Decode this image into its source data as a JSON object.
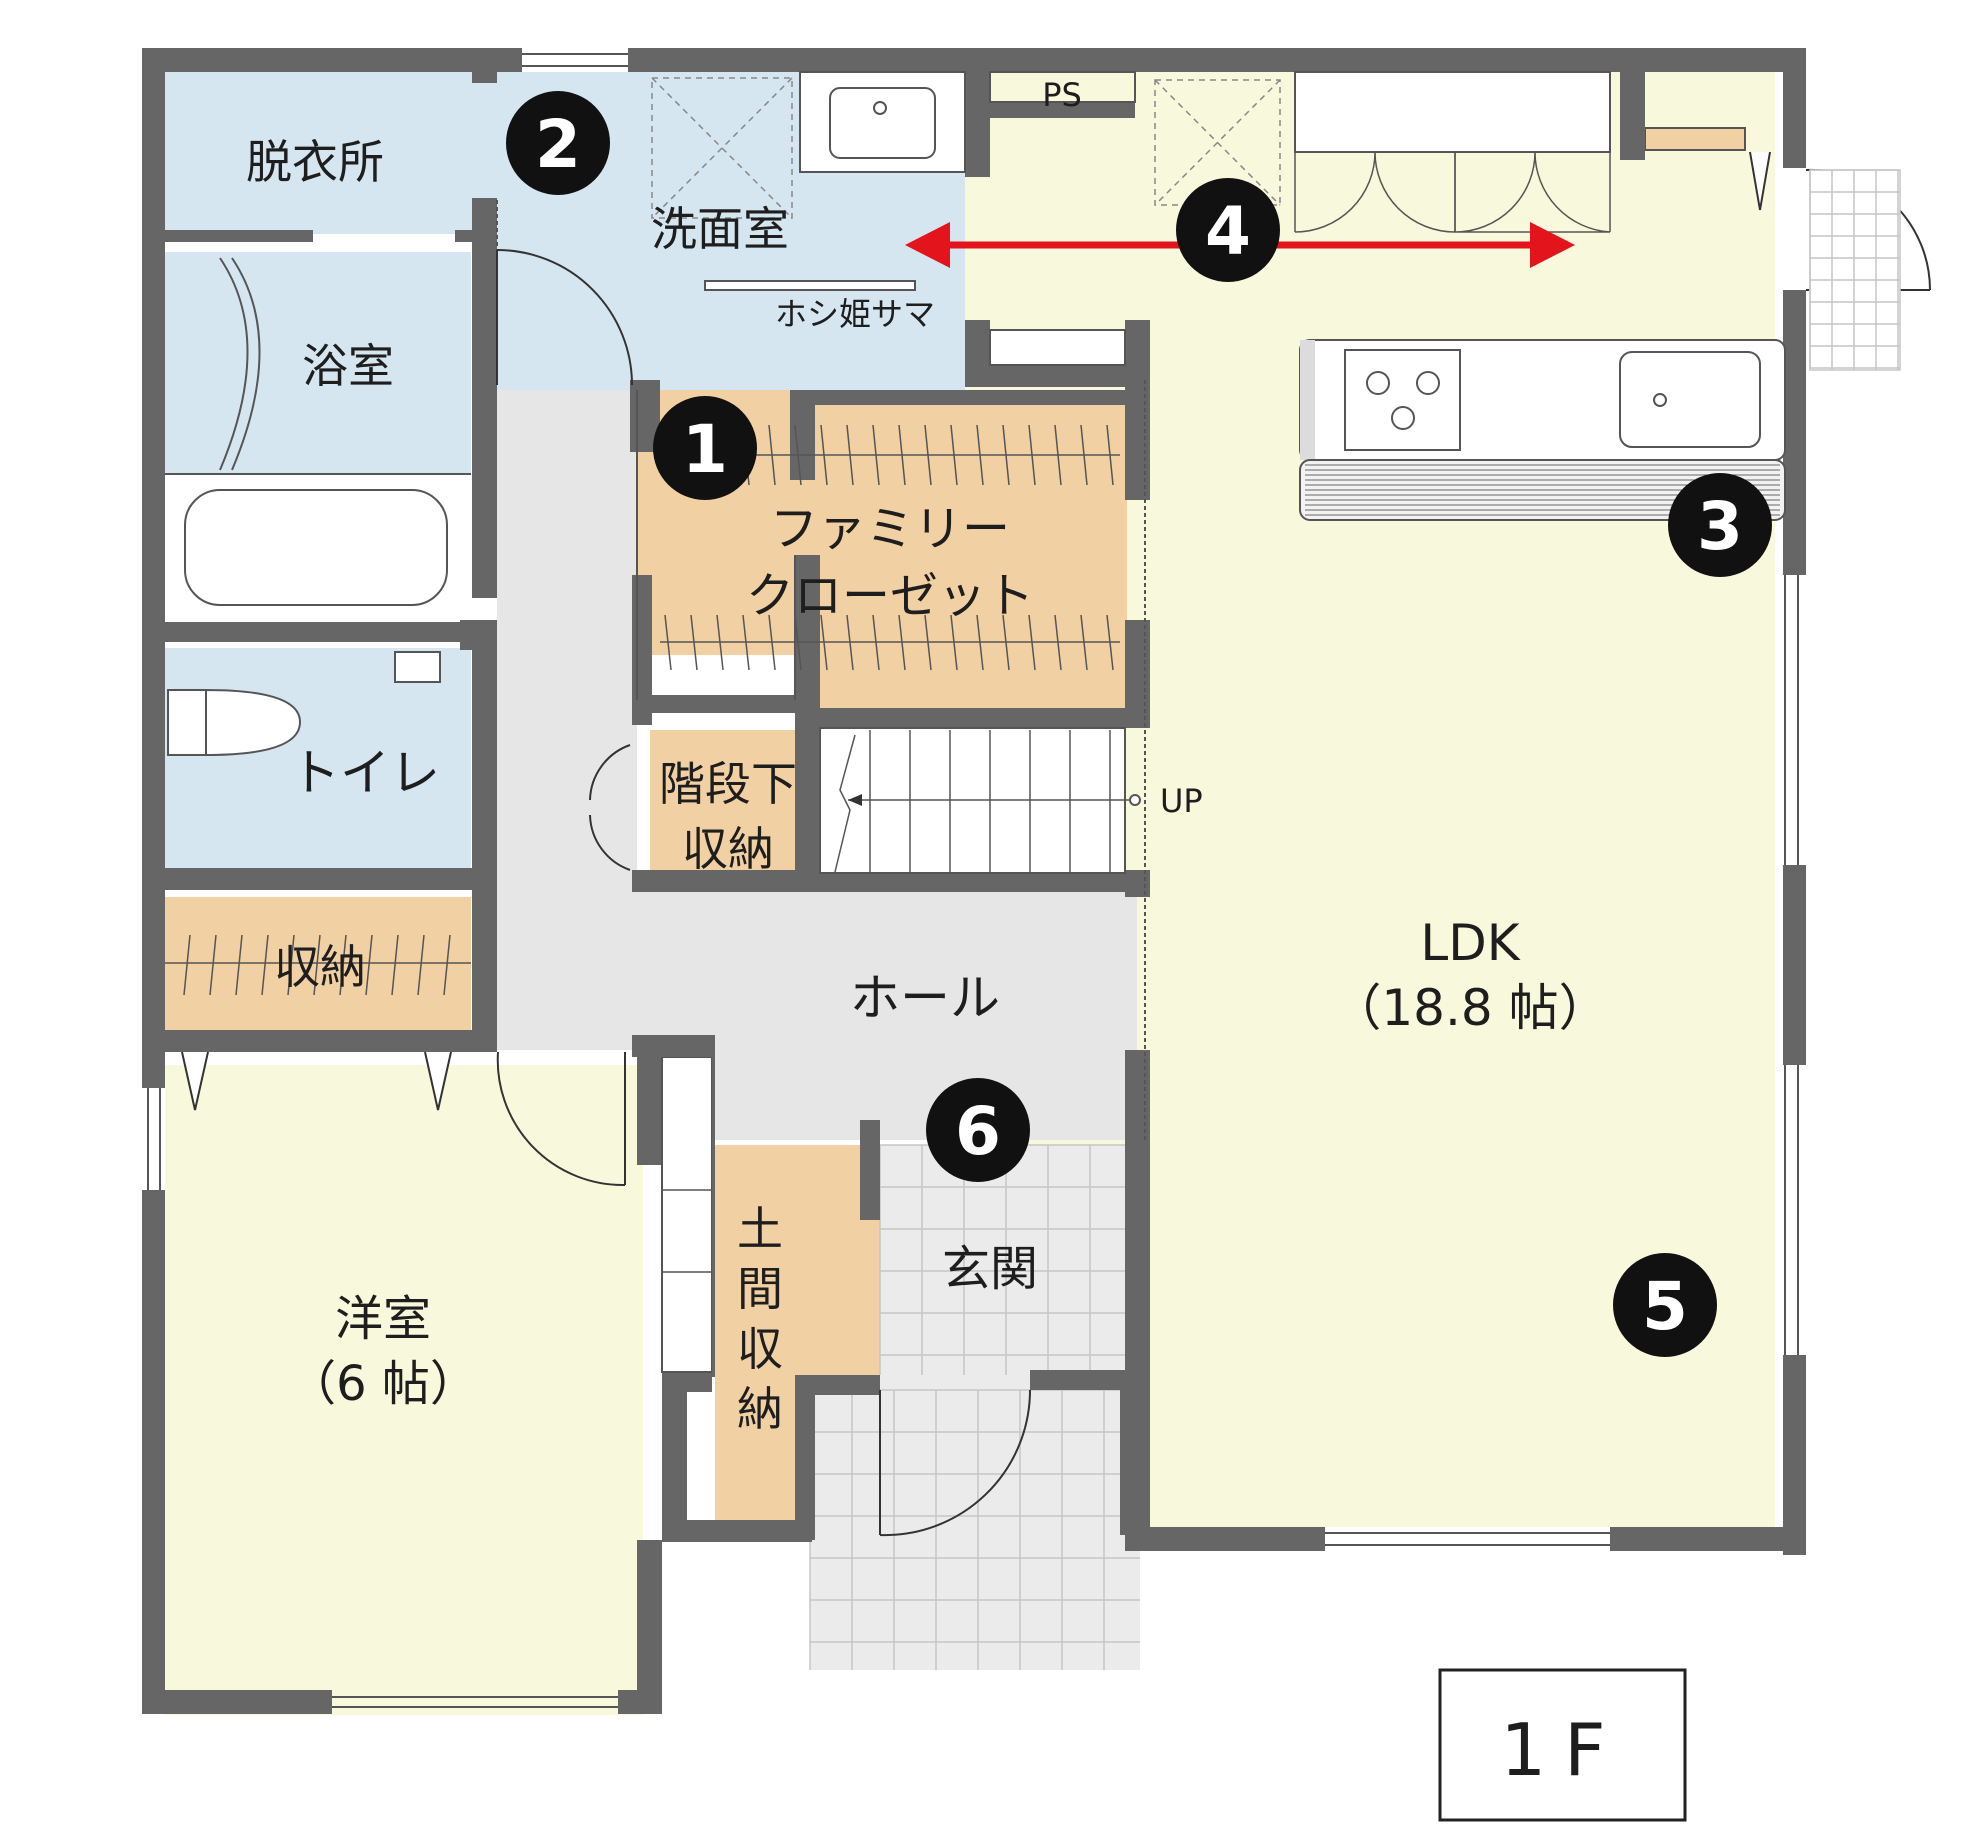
{
  "floor_label": "1F",
  "colors": {
    "wet_area": "#d6e6f0",
    "closet": "#f1d0a4",
    "living": "#f8f8dc",
    "hall": "#e6e6e6",
    "entrance_tile": "#ebebeb",
    "wall": "#666666",
    "marker": "#111111",
    "arrow": "#e3141b"
  },
  "rooms": {
    "dressing": "脱衣所",
    "washroom": "洗面室",
    "hoshihime": "ホシ姫サマ",
    "bath": "浴室",
    "toilet": "トイレ",
    "storage_west": "収納",
    "family_closet_line1": "ファミリー",
    "family_closet_line2": "クローゼット",
    "under_stair_line1": "階段下",
    "under_stair_line2": "収納",
    "hall": "ホール",
    "entrance": "玄関",
    "doma_storage": "土間収納",
    "western_room_line1": "洋室",
    "western_room_line2": "（6 帖）",
    "ldk_line1": "LDK",
    "ldk_line2": "（18.8 帖）",
    "ps": "PS",
    "up": "UP"
  },
  "markers": [
    "1",
    "2",
    "3",
    "4",
    "5",
    "6"
  ],
  "icons": [
    "sink-icon",
    "stove-icon",
    "kitchen-sink-icon",
    "bathtub-icon",
    "toilet-icon",
    "red-double-arrow-icon"
  ]
}
